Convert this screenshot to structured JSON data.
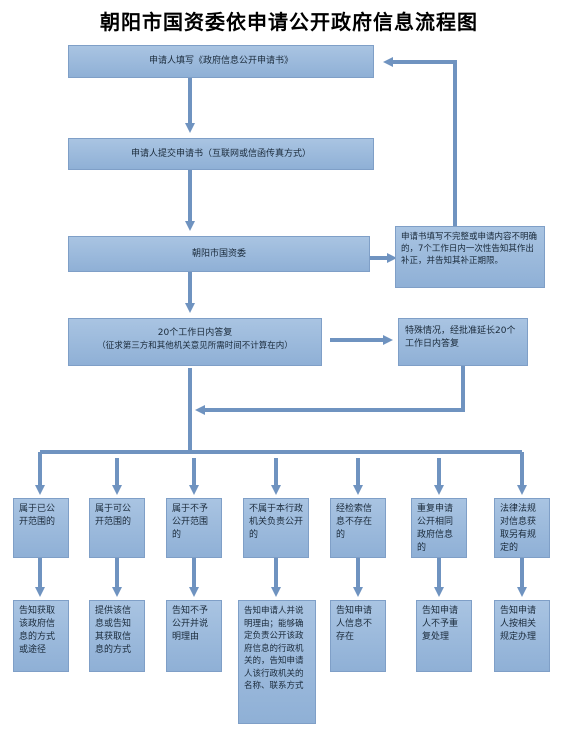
{
  "title": "朝阳市国资委依申请公开政府信息流程图",
  "steps": {
    "fill_form": "申请人填写《政府信息公开申请书》",
    "submit": "申请人提交申请书（互联网或信函传真方式）",
    "agency": "朝阳市国资委",
    "incomplete": "申请书填写不完整或申请内容不明确的，7个工作日内一次性告知其作出补正，并告知其补正期限。",
    "reply_line1": "20个工作日内答复",
    "reply_line2": "（征求第三方和其他机关意见所需时间不计算在内）",
    "extension": "特殊情况，经批准延长20个工作日内答复"
  },
  "branches": [
    {
      "condition": "属于已公开范围的",
      "result": "告知获取该政府信息的方式或途径"
    },
    {
      "condition": "属于可公开范围的",
      "result": "提供该信息或告知其获取信息的方式"
    },
    {
      "condition": "属于不予公开范围的",
      "result": "告知不予公开并说明理由"
    },
    {
      "condition": "不属于本行政机关负责公开的",
      "result": "告知申请人并说明理由；能够确定负责公开该政府信息的行政机关的，告知申请人该行政机关的名称、联系方式"
    },
    {
      "condition": "经检索信息不存在的",
      "result": "告知申请人信息不存在"
    },
    {
      "condition": "重复申请公开相同政府信息的",
      "result": "告知申请人不予重复处理"
    },
    {
      "condition": "法律法规对信息获取另有规定的",
      "result": "告知申请人按相关规定办理"
    }
  ],
  "colors": {
    "box_fill": "#9dbbe0",
    "box_border": "#7f9fc7",
    "arrow": "#6f93c0"
  }
}
